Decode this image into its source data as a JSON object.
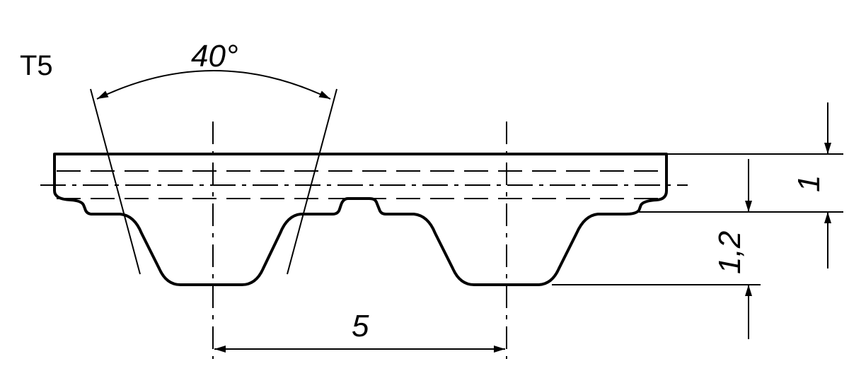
{
  "diagram": {
    "profile_label": "T5",
    "tooth_angle_label": "40°",
    "pitch_label": "5",
    "tooth_height_label": "1,2",
    "belt_thickness_label": "1"
  },
  "colors": {
    "line": "#000000",
    "background": "#ffffff"
  }
}
